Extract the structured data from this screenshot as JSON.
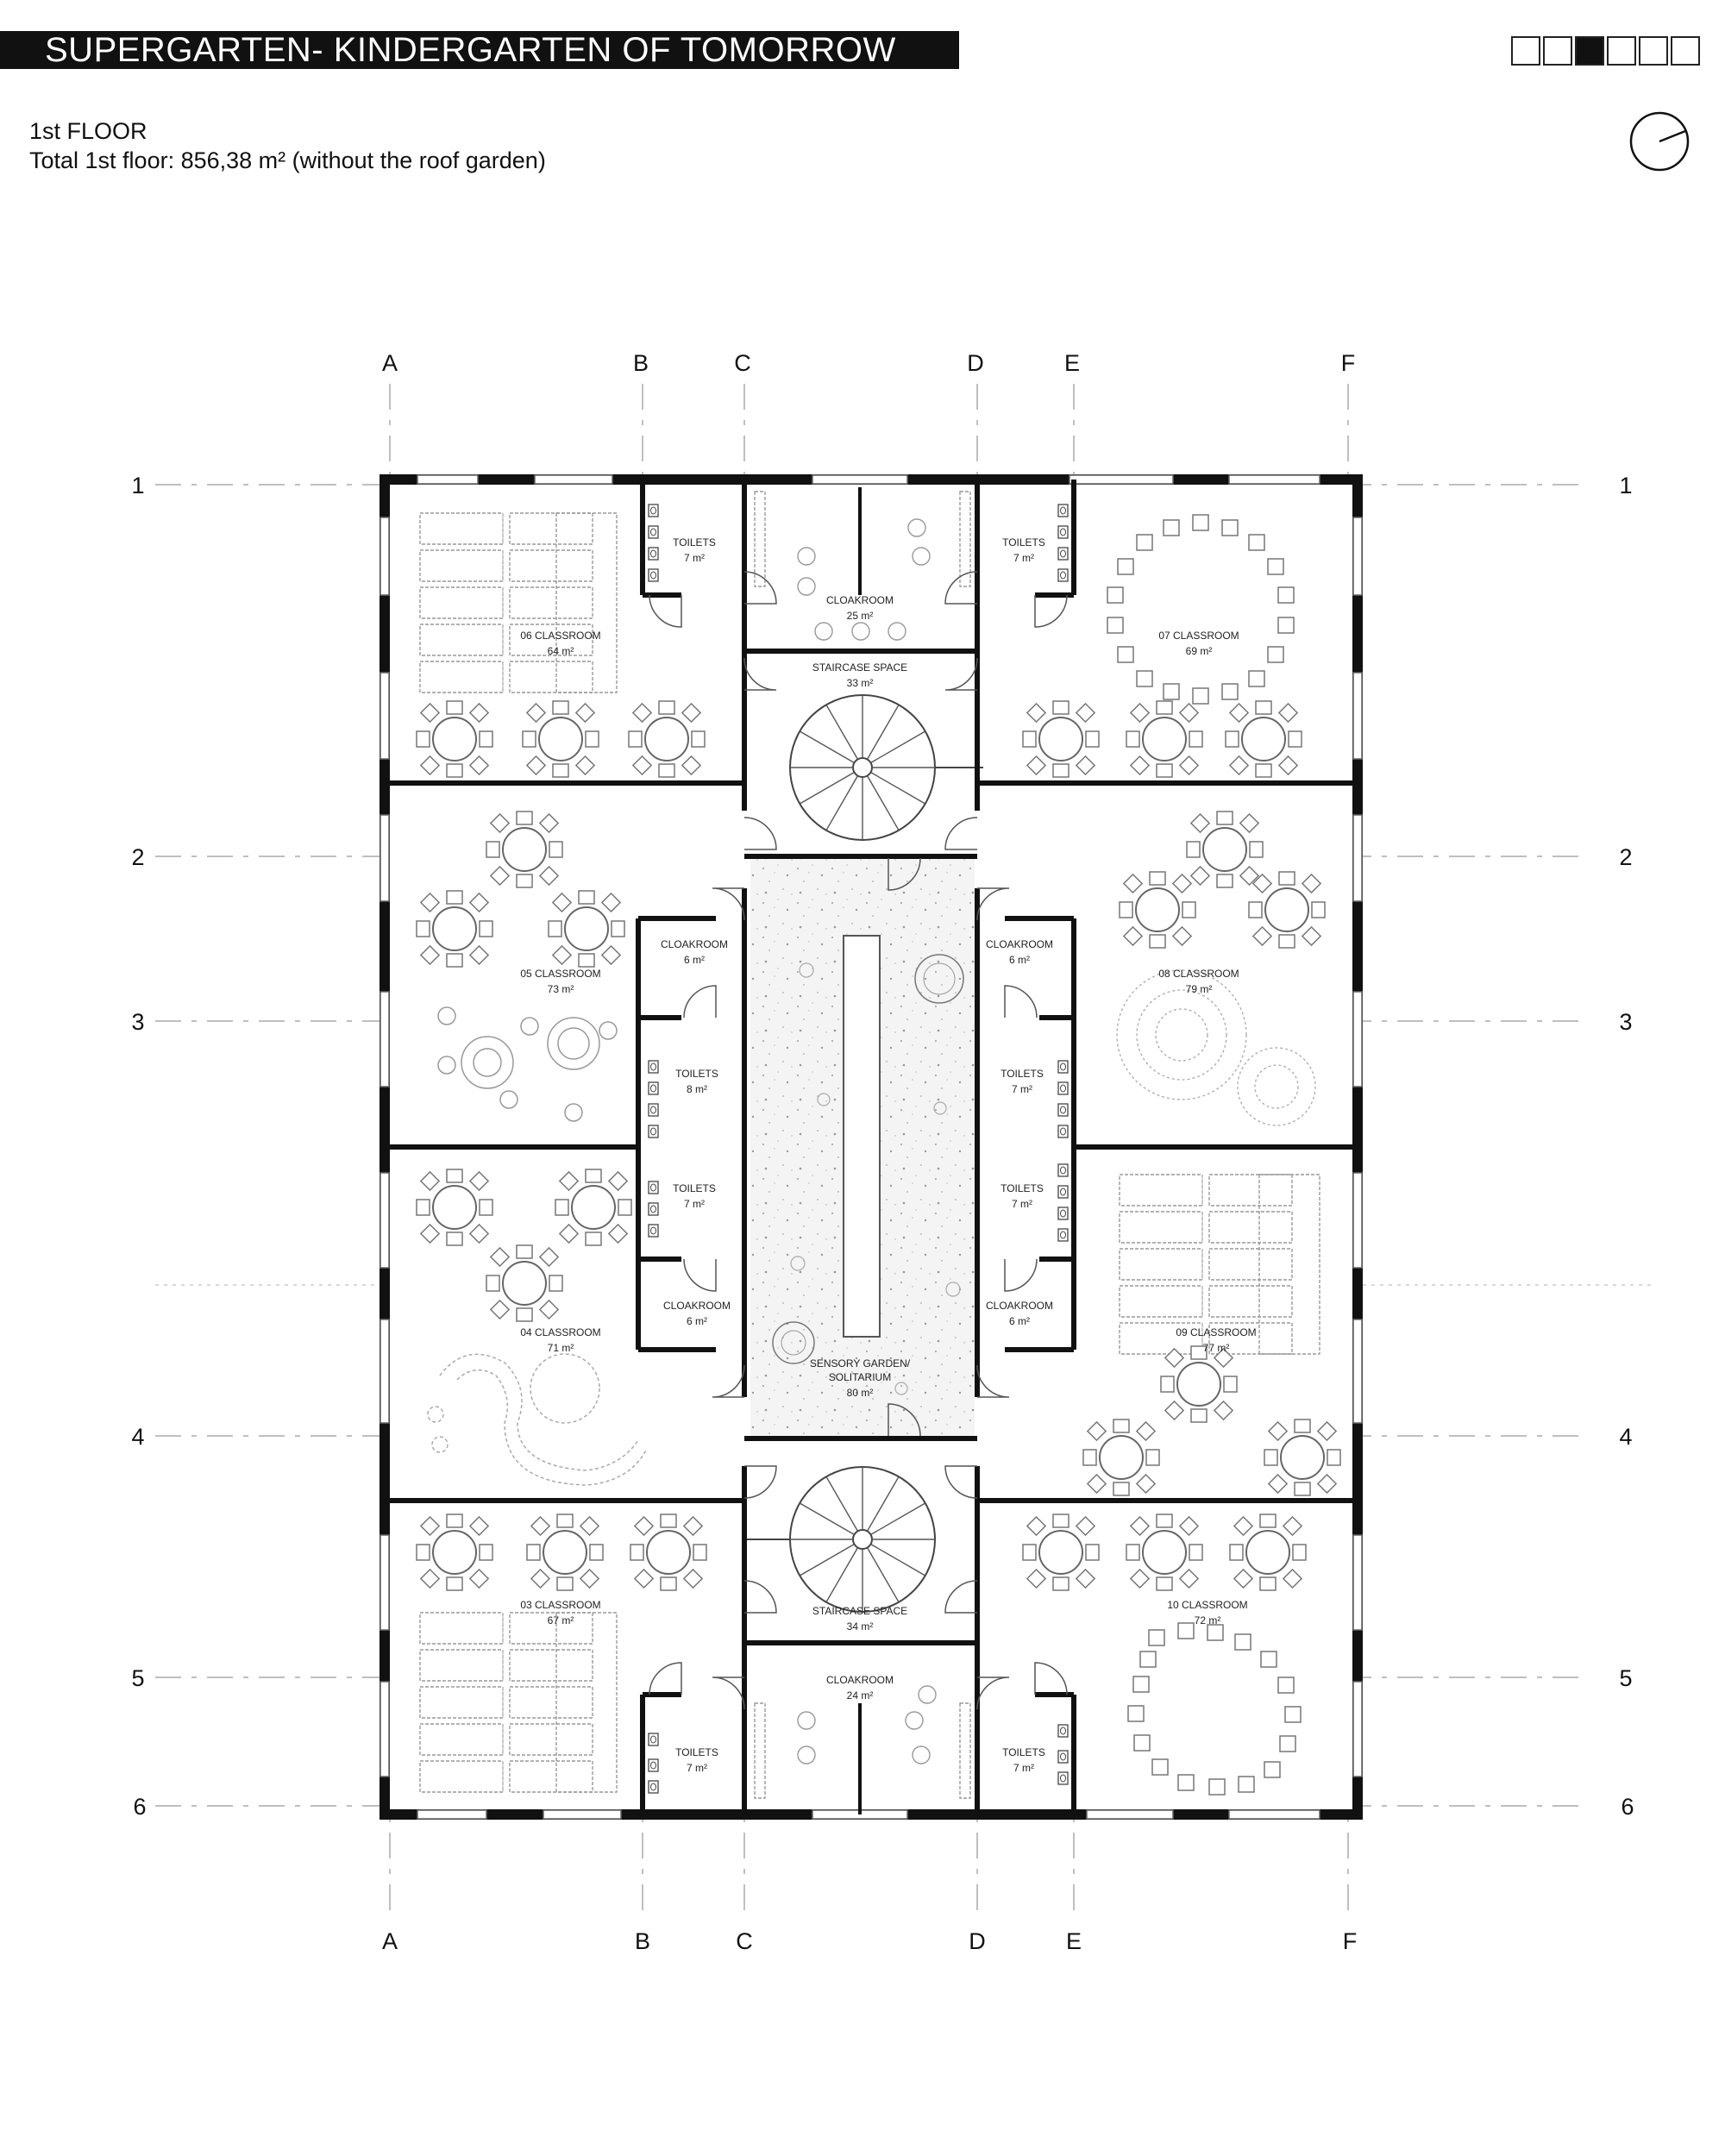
{
  "header": {
    "title": "SUPERGARTEN- KINDERGARTEN OF TOMORROW",
    "floor_label": "1st  FLOOR",
    "floor_area": "Total 1st floor: 856,38 m² (without the roof garden)",
    "page_indicator": {
      "total": 6,
      "active": 3
    }
  },
  "grid": {
    "columns": [
      "A",
      "B",
      "C",
      "D",
      "E",
      "F"
    ],
    "rows": [
      "1",
      "2",
      "3",
      "4",
      "5",
      "6"
    ]
  },
  "rooms": [
    {
      "id": "06",
      "name": "06 CLASSROOM",
      "area": "64 m²"
    },
    {
      "id": "07",
      "name": "07 CLASSROOM",
      "area": "69 m²"
    },
    {
      "id": "05",
      "name": "05 CLASSROOM",
      "area": "73 m²"
    },
    {
      "id": "08",
      "name": "08 CLASSROOM",
      "area": "79 m²"
    },
    {
      "id": "04",
      "name": "04 CLASSROOM",
      "area": "71 m²"
    },
    {
      "id": "09",
      "name": "09 CLASSROOM",
      "area": "77 m²"
    },
    {
      "id": "03",
      "name": "03 CLASSROOM",
      "area": "67 m²"
    },
    {
      "id": "10",
      "name": "10 CLASSROOM",
      "area": "72 m²"
    },
    {
      "id": "toilets-nw",
      "name": "TOILETS",
      "area": "7 m²"
    },
    {
      "id": "toilets-ne",
      "name": "TOILETS",
      "area": "7 m²"
    },
    {
      "id": "cloak-n",
      "name": "CLOAKROOM",
      "area": "25 m²"
    },
    {
      "id": "stair-n",
      "name": "STAIRCASE SPACE",
      "area": "33 m²"
    },
    {
      "id": "cloak-w1",
      "name": "CLOAKROOM",
      "area": "6 m²"
    },
    {
      "id": "cloak-e1",
      "name": "CLOAKROOM",
      "area": "6 m²"
    },
    {
      "id": "toilets-w2",
      "name": "TOILETS",
      "area": "8 m²"
    },
    {
      "id": "toilets-e2",
      "name": "TOILETS",
      "area": "7 m²"
    },
    {
      "id": "toilets-w3",
      "name": "TOILETS",
      "area": "7 m²"
    },
    {
      "id": "toilets-e3",
      "name": "TOILETS",
      "area": "7 m²"
    },
    {
      "id": "cloak-w2",
      "name": "CLOAKROOM",
      "area": "6 m²"
    },
    {
      "id": "cloak-e2",
      "name": "CLOAKROOM",
      "area": "6 m²"
    },
    {
      "id": "garden",
      "name": "SENSORY GARDEN/",
      "name2": "SOLITARIUM",
      "area": "80 m²"
    },
    {
      "id": "stair-s",
      "name": "STAIRCASE SPACE",
      "area": "34 m²"
    },
    {
      "id": "cloak-s",
      "name": "CLOAKROOM",
      "area": "24 m²"
    },
    {
      "id": "toilets-sw",
      "name": "TOILETS",
      "area": "7 m²"
    },
    {
      "id": "toilets-se",
      "name": "TOILETS",
      "area": "7 m²"
    }
  ]
}
